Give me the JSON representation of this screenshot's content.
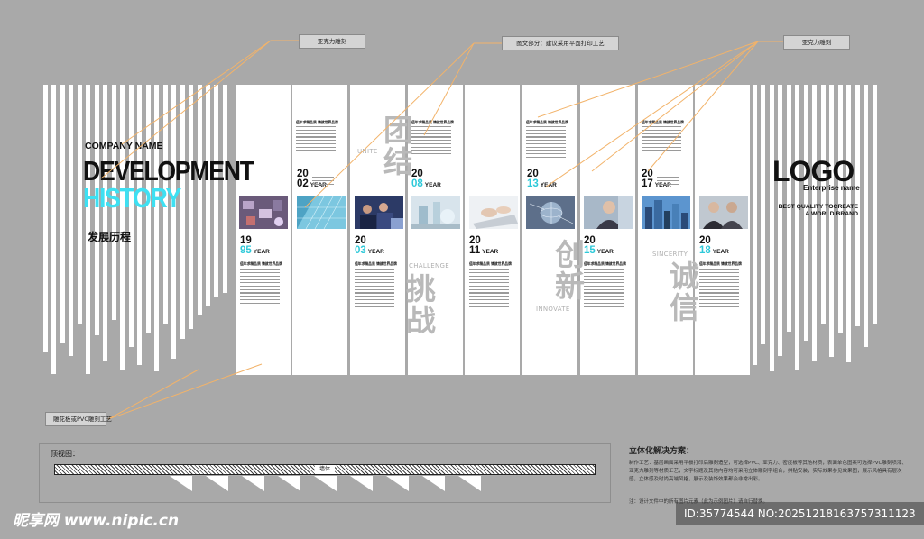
{
  "callouts": {
    "acrylic_1": "亚克力雕刻",
    "graphic": "图文部分：建议采用平面打印工艺",
    "acrylic_2": "亚克力雕刻",
    "board": "雕花板或PVC雕刻工艺"
  },
  "left_title": {
    "company": "COMPANY NAME",
    "development": "DEVELOPMENT",
    "history": "HISTORY",
    "chinese": "发展历程"
  },
  "logo_block": {
    "logo": "LOGO",
    "enterprise": "Enterprise name",
    "best_line1": "BEST QUALITY TOCREATE",
    "best_line2": "A WORLD BRAND"
  },
  "panel_small_title": "值年求精品质  铸就世界品牌",
  "timeline": {
    "y1995": {
      "top": "19",
      "bot": "95",
      "word": "YEAR"
    },
    "y2002": {
      "top": "20",
      "bot": "02",
      "word": "YEAR"
    },
    "y2003": {
      "top": "20",
      "bot": "03",
      "word": "YEAR"
    },
    "y2008": {
      "top": "20",
      "bot": "08",
      "word": "YEAR"
    },
    "y2011": {
      "top": "20",
      "bot": "11",
      "word": "YEAR"
    },
    "y2013": {
      "top": "20",
      "bot": "13",
      "word": "YEAR"
    },
    "y2015": {
      "top": "20",
      "bot": "15",
      "word": "YEAR"
    },
    "y2017": {
      "top": "20",
      "bot": "17",
      "word": "YEAR"
    },
    "y2018": {
      "top": "20",
      "bot": "18",
      "word": "YEAR"
    }
  },
  "values": {
    "unite": {
      "zh1": "团",
      "zh2": "结",
      "en": "UNITE"
    },
    "challenge": {
      "zh1": "挑",
      "zh2": "战",
      "en": "CHALLENGE"
    },
    "innovate": {
      "zh1": "创",
      "zh2": "新",
      "en": "INNOVATE"
    },
    "sincerity": {
      "zh1": "诚",
      "zh2": "信",
      "en": "SINCERITY"
    }
  },
  "bottom": {
    "top_view_label": "顶视图：",
    "wall_label": "墙体",
    "solution_title": "立体化解决方案：",
    "solution_text": "制作工艺：基层画面采用平板打印后雕刻造型，可选择PVC、亚克力、密度板等其他材质，表面单色图案可选择PVC雕刻喷漆、亚克力雕刻等材质工艺，文字标题及其他内容均可采用立体雕刻字组合，拼贴安装，实际效果参见效果图，展示风格具有层次感，立体感及时尚高端风格，展示及装饰效果都会非常出彩。",
    "note": "注：设计文件中的所有图片元素（此为示例图片）请自行替换。"
  },
  "watermark": {
    "left": "昵享网 www.nipic.cn",
    "right": "ID:35774544 NO:20251218163757311123"
  },
  "colors": {
    "background": "#a9a9a9",
    "accent_cyan": "#3ee0f2",
    "leader_orange": "#f2b36a"
  }
}
